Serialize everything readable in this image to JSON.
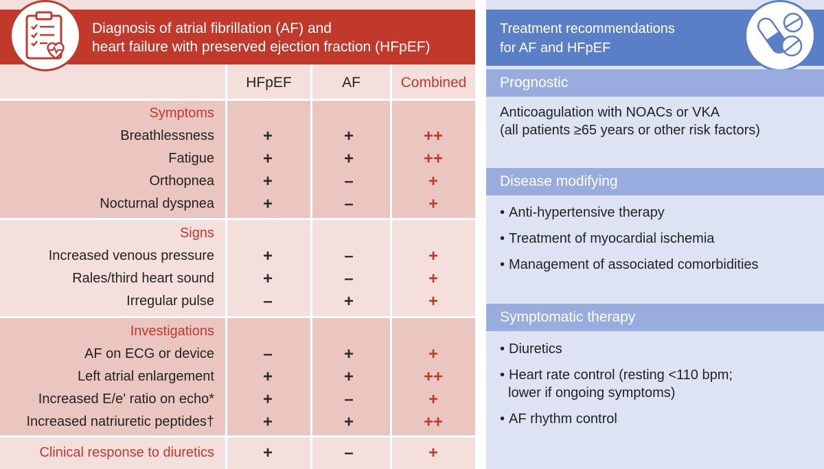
{
  "left": {
    "title_line1": "Diagnosis of atrial fibrillation (AF) and",
    "title_line2": "heart failure with preserved ejection fraction (HFpEF)",
    "columns": [
      "HFpEF",
      "AF",
      "Combined"
    ],
    "sections": [
      {
        "heading": "Symptoms",
        "rows": [
          {
            "label": "Breathlessness",
            "hfpef": "+",
            "af": "+",
            "combined": "++"
          },
          {
            "label": "Fatigue",
            "hfpef": "+",
            "af": "+",
            "combined": "++"
          },
          {
            "label": "Orthopnea",
            "hfpef": "+",
            "af": "–",
            "combined": "+"
          },
          {
            "label": "Nocturnal dyspnea",
            "hfpef": "+",
            "af": "–",
            "combined": "+"
          }
        ]
      },
      {
        "heading": "Signs",
        "rows": [
          {
            "label": "Increased venous pressure",
            "hfpef": "+",
            "af": "–",
            "combined": "+"
          },
          {
            "label": "Rales/third heart sound",
            "hfpef": "+",
            "af": "–",
            "combined": "+"
          },
          {
            "label": "Irregular pulse",
            "hfpef": "–",
            "af": "+",
            "combined": "+"
          }
        ]
      },
      {
        "heading": "Investigations",
        "rows": [
          {
            "label": "AF on ECG or device",
            "hfpef": "–",
            "af": "+",
            "combined": "+"
          },
          {
            "label": "Left atrial enlargement",
            "hfpef": "+",
            "af": "+",
            "combined": "++"
          },
          {
            "label": "Increased E/e' ratio on echo*",
            "hfpef": "+",
            "af": "–",
            "combined": "+"
          },
          {
            "label": "Increased natriuretic peptides†",
            "hfpef": "+",
            "af": "+",
            "combined": "++"
          }
        ]
      }
    ],
    "last_row": {
      "label": "Clinical response to diuretics",
      "hfpef": "+",
      "af": "–",
      "combined": "+"
    }
  },
  "right": {
    "title_line1": "Treatment recommendations",
    "title_line2": "for AF and HFpEF",
    "prognostic": {
      "heading": "Prognostic",
      "line1": "Anticoagulation with NOACs or VKA",
      "line2": "(all patients ≥65 years or other risk factors)"
    },
    "disease_modifying": {
      "heading": "Disease modifying",
      "items": [
        "Anti-hypertensive therapy",
        "Treatment of myocardial ischemia",
        "Management of associated comorbidities"
      ]
    },
    "symptomatic": {
      "heading": "Symptomatic therapy",
      "items": [
        "Diuretics",
        "Heart rate control (resting <110 bpm;",
        "lower if ongoing symptoms)",
        "AF rhythm control"
      ]
    }
  },
  "colors": {
    "red": "#c0392b",
    "pink_light": "#f4dfdc",
    "pink_dark": "#ebc6c0",
    "blue": "#5b7fc7",
    "blue_bar": "#98acde",
    "blue_light": "#dde3f3"
  },
  "icons": [
    "clipboard-heart-icon",
    "pills-icon"
  ]
}
